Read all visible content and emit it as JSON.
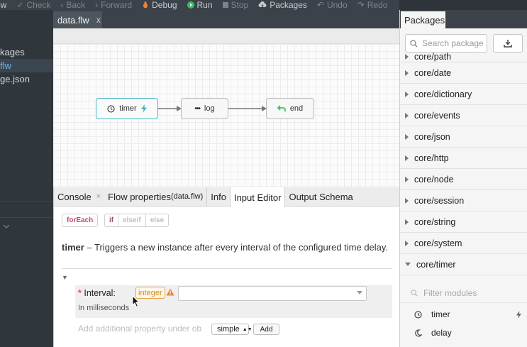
{
  "toolbar": {
    "items": [
      {
        "label": "ew",
        "icon": "none",
        "enabled": true
      },
      {
        "label": "Check",
        "icon": "check-icon",
        "enabled": false
      },
      {
        "label": "Back",
        "icon": "chevron-left-icon",
        "enabled": false
      },
      {
        "label": "Forward",
        "icon": "chevron-right-icon",
        "enabled": false
      },
      {
        "label": "Debug",
        "icon": "bug-icon",
        "enabled": true
      },
      {
        "label": "Run",
        "icon": "play-icon",
        "enabled": true
      },
      {
        "label": "Stop",
        "icon": "stop-icon",
        "enabled": false
      },
      {
        "label": "Packages",
        "icon": "cloud-download-icon",
        "enabled": true
      },
      {
        "label": "Undo",
        "icon": "undo-icon",
        "enabled": false
      },
      {
        "label": "Redo",
        "icon": "redo-icon",
        "enabled": false
      }
    ]
  },
  "sidebar": {
    "items": [
      {
        "label": "kages",
        "selected": false
      },
      {
        "label": "flw",
        "selected": true
      },
      {
        "label": "ge.json",
        "selected": false
      }
    ]
  },
  "editor": {
    "tab_label": "data.flw",
    "tab_close": "x"
  },
  "flow": {
    "nodes": [
      {
        "label": "timer",
        "icon": "clock-icon",
        "badge": "bolt-icon"
      },
      {
        "label": "log",
        "icon": "ellipsis-icon"
      },
      {
        "label": "end",
        "icon": "return-icon"
      }
    ]
  },
  "panel": {
    "tabs": [
      {
        "label": "Console",
        "close": "×"
      },
      {
        "label": "Flow properties",
        "sub": "(data.flw)"
      },
      {
        "label": "Info"
      },
      {
        "label": "Input Editor",
        "active": true
      },
      {
        "label": "Output Schema"
      }
    ],
    "chips": {
      "foreach": "forEach",
      "if": "if",
      "elseif": "elseif",
      "else": "else"
    },
    "description": {
      "name": "timer",
      "text": " – Triggers a new instance after every interval of the configured time delay."
    },
    "collapse_toggle": "▼",
    "property": {
      "required_mark": "*",
      "label": "Interval:",
      "type": "integer",
      "hint": "In milliseconds",
      "value": ""
    },
    "add_property": {
      "placeholder": "Add additional property under ob",
      "type_select": "simple",
      "add_label": "Add"
    }
  },
  "packages": {
    "tab_label": "Packages",
    "search_placeholder": "Search package",
    "list": [
      {
        "label": "core/path",
        "expanded": false
      },
      {
        "label": "core/date",
        "expanded": false
      },
      {
        "label": "core/dictionary",
        "expanded": false
      },
      {
        "label": "core/events",
        "expanded": false
      },
      {
        "label": "core/json",
        "expanded": false
      },
      {
        "label": "core/http",
        "expanded": false
      },
      {
        "label": "core/node",
        "expanded": false
      },
      {
        "label": "core/session",
        "expanded": false
      },
      {
        "label": "core/string",
        "expanded": false
      },
      {
        "label": "core/system",
        "expanded": false
      },
      {
        "label": "core/timer",
        "expanded": true
      }
    ],
    "filter_placeholder": "Filter modules",
    "modules": [
      {
        "label": "timer",
        "icon": "clock-icon",
        "badge": "bolt-icon"
      },
      {
        "label": "delay",
        "icon": "moon-icon"
      }
    ]
  },
  "colors": {
    "accent": "#45b5c9",
    "run_green": "#3fbf5f",
    "debug_orange": "#e8853b",
    "warning": "#e4a54a",
    "foreach_text": "#c2477f",
    "if_text": "#a04a86",
    "required": "#d9534f"
  }
}
